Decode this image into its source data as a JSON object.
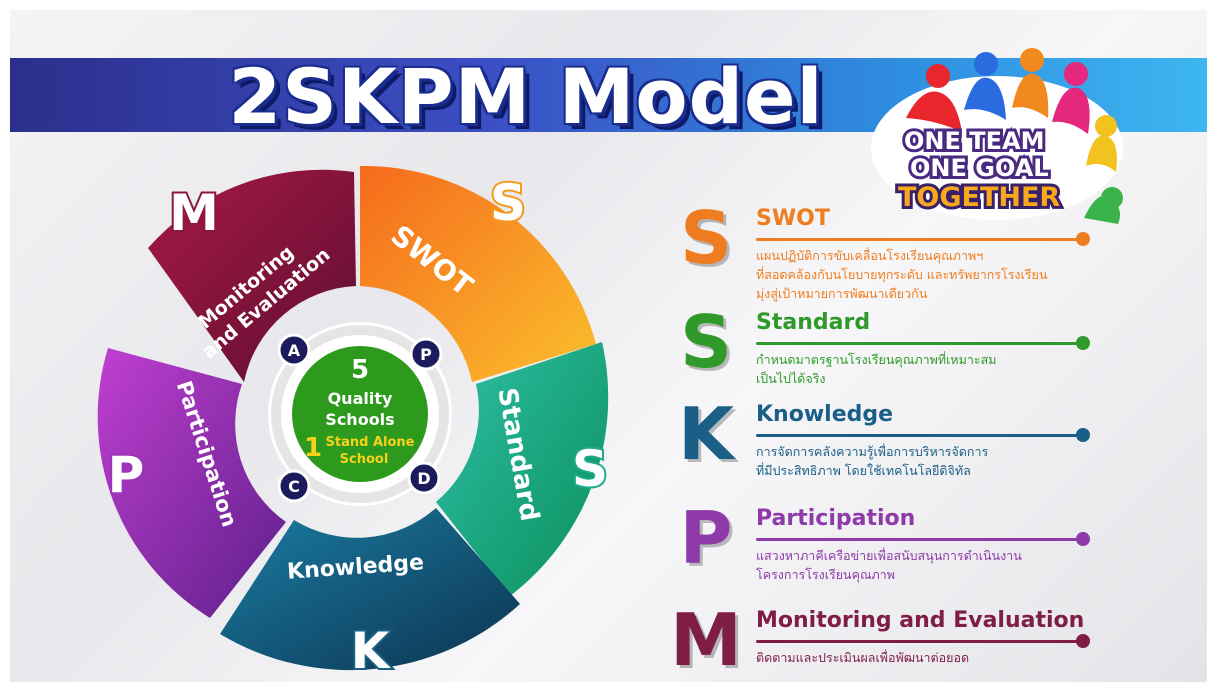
{
  "title": "2SKPM Model",
  "logo": {
    "line1": "ONE TEAM",
    "line2": "ONE GOAL",
    "line3": "TOGETHER"
  },
  "center": {
    "line1": "5",
    "line2": "Quality",
    "line3": "Schools",
    "number": "1",
    "line4": "Stand Alone",
    "line5": "School",
    "cycle": [
      "A",
      "P",
      "D",
      "C"
    ]
  },
  "segments": [
    {
      "letter": "S",
      "label": "SWOT",
      "color": "#f7a21b"
    },
    {
      "letter": "S",
      "label": "Standard",
      "color": "#1fb28f"
    },
    {
      "letter": "K",
      "label": "Knowledge",
      "color": "#17607e"
    },
    {
      "letter": "P",
      "label": "Participation",
      "color": "#9a33b8"
    },
    {
      "letter": "M",
      "label": "Monitoring and Evaluation",
      "color": "#8d1340"
    }
  ],
  "wheel_text": {
    "swot": "SWOT",
    "standard": "Standard",
    "knowledge": "Knowledge",
    "participation": "Participation",
    "monitoring1": "Monitoring",
    "monitoring2": "and Evaluation"
  },
  "items": [
    {
      "letter": "S",
      "title": "SWOT",
      "color": "#ef7d1f",
      "desc": [
        "แผนปฏิบัติการขับเคลื่อนโรงเรียนคุณภาพฯ",
        "ที่สอดคล้องกับนโยบายทุกระดับ และทรัพยากรโรงเรียน",
        "มุ่งสู่เป้าหมายการพัฒนาเดียวกัน"
      ]
    },
    {
      "letter": "S",
      "title": "Standard",
      "color": "#2f9a2a",
      "desc": [
        "กำหนดมาตรฐานโรงเรียนคุณภาพที่เหมาะสม",
        "เป็นไปได้จริง"
      ]
    },
    {
      "letter": "K",
      "title": "Knowledge",
      "color": "#1a5f86",
      "desc": [
        "การจัดการคลังความรู้เพื่อการบริหารจัดการ",
        "ที่มีประสิทธิภาพ โดยใช้เทคโนโลยีดิจิทัล"
      ]
    },
    {
      "letter": "P",
      "title": "Participation",
      "color": "#8e3aa8",
      "desc": [
        "แสวงหาภาคีเครือข่ายเพื่อสนับสนุนการดำเนินงาน",
        "โครงการโรงเรียนคุณภาพ"
      ]
    },
    {
      "letter": "M",
      "title": "Monitoring and Evaluation",
      "color": "#7e1d45",
      "desc": [
        "ติดตามและประเมินผลเพื่อพัฒนาต่อยอด"
      ]
    }
  ]
}
